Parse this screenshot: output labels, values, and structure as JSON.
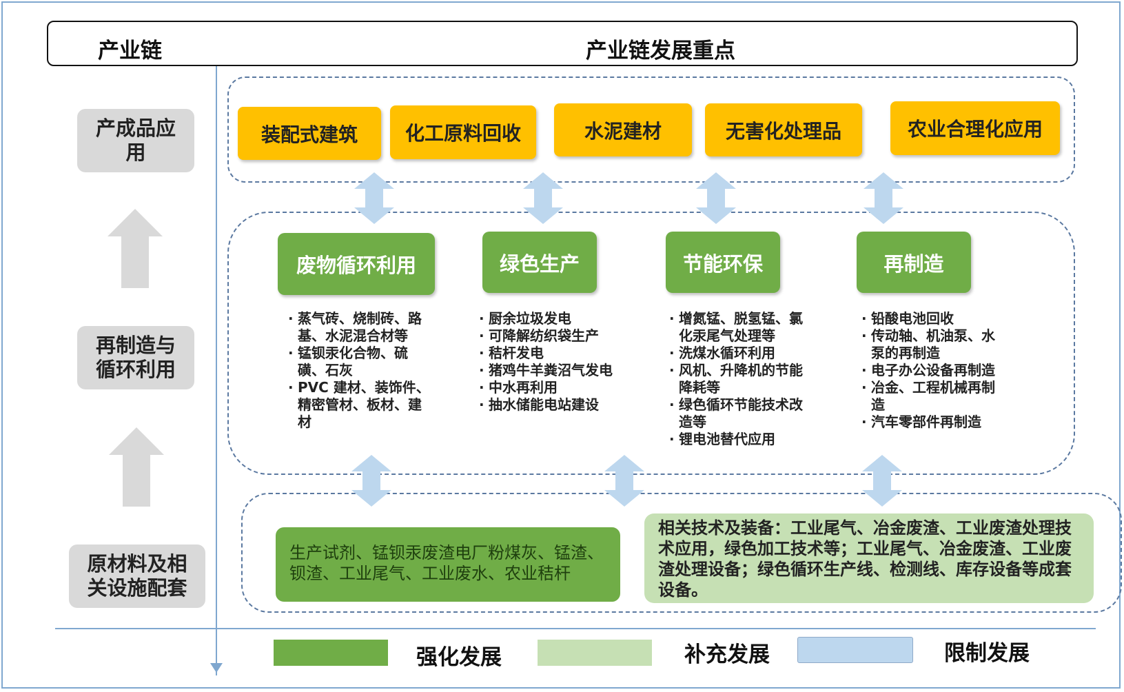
{
  "header": {
    "left_title": "产业链",
    "right_title": "产业链发展重点"
  },
  "stages": [
    {
      "label": "产成品应用"
    },
    {
      "label": "再制造与循环利用"
    },
    {
      "label": "原材料及相关设施配套"
    }
  ],
  "products": [
    {
      "label": "装配式建筑"
    },
    {
      "label": "化工原料回收"
    },
    {
      "label": "水泥建材"
    },
    {
      "label": "无害化处理品"
    },
    {
      "label": "农业合理化应用"
    }
  ],
  "categories": [
    {
      "title": "废物循环利用",
      "items": [
        "蒸气砖、烧制砖、路基、水泥混合材等",
        "锰钡汞化合物、硫磺、石灰",
        "PVC 建材、装饰件、精密管材、板材、建材"
      ]
    },
    {
      "title": "绿色生产",
      "items": [
        "厨余垃圾发电",
        "可降解纺织袋生产",
        "秸杆发电",
        "猪鸡牛羊粪沼气发电",
        "中水再利用",
        "抽水储能电站建设"
      ]
    },
    {
      "title": "节能环保",
      "items": [
        "增氮锰、脱氢锰、氯化汞尾气处理等",
        "洗煤水循环利用",
        "风机、升降机的节能降耗等",
        "绿色循环节能技术改造等",
        "锂电池替代应用"
      ]
    },
    {
      "title": "再制造",
      "items": [
        "铅酸电池回收",
        "传动轴、机油泵、水泵的再制造",
        " 电子办公设备再制造",
        "冶金、工程机械再制造",
        "汽车零部件再制造"
      ]
    }
  ],
  "raw_materials": {
    "text": "生产试剂、锰钡汞废渣电厂粉煤灰、锰渣、钡渣、工业尾气、工业废水、农业秸杆"
  },
  "tech_equipment": {
    "text": "相关技术及装备：工业尾气、冶金废渣、工业废渣处理技术应用，绿色加工技术等；工业尾气、冶金废渣、工业废渣处理设备；绿色循环生产线、检测线、库存设备等成套设备。"
  },
  "legend": [
    {
      "label": "强化发展",
      "color": "#70ad47"
    },
    {
      "label": "补充发展",
      "color": "#c6e0b4"
    },
    {
      "label": "限制发展",
      "color": "#bdd7ee"
    }
  ],
  "colors": {
    "product_fill": "#ffc000",
    "category_fill": "#70ad47",
    "stage_fill": "#d9d9d9",
    "arrow_fill": "#bdd7ee",
    "axis_line": "#7fa7cf"
  }
}
